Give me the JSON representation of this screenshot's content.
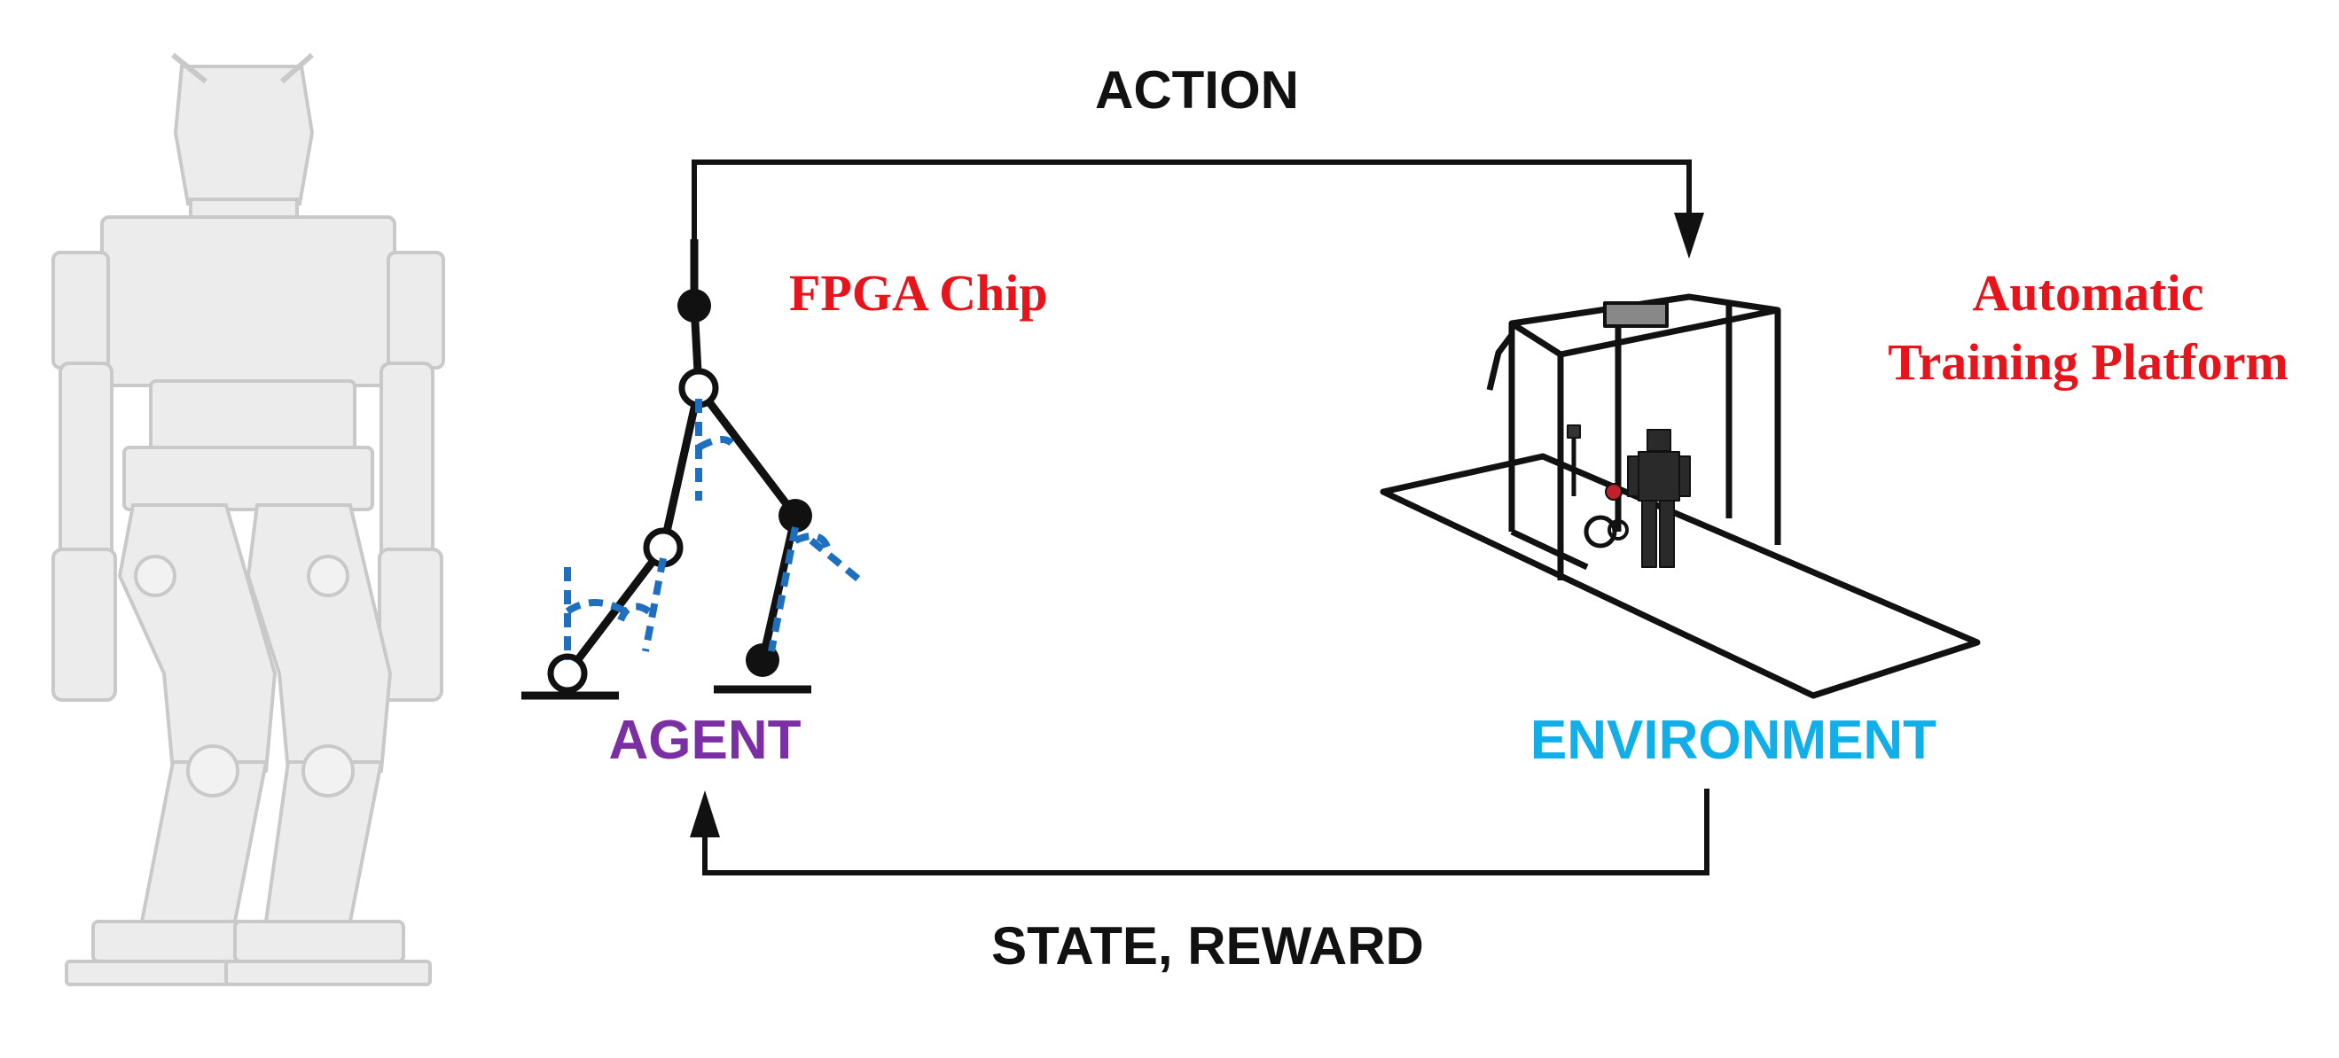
{
  "labels": {
    "action": "ACTION",
    "state_reward": "STATE, REWARD",
    "agent": "AGENT",
    "environment": "ENVIRONMENT",
    "fpga": "FPGA Chip",
    "platform_line1": "Automatic",
    "platform_line2": "Training Platform"
  },
  "colors": {
    "agent": "#7a2fa3",
    "environment": "#12aee8",
    "hardware_labels": "#e8141c",
    "arrows": "#111111",
    "joint_angles": "#1f6fbf",
    "robot_ghost": "#dcdcdc"
  },
  "icons": {
    "robot": "humanoid-robot-icon",
    "leg_model": "biped-leg-model-icon",
    "platform": "training-platform-icon"
  }
}
